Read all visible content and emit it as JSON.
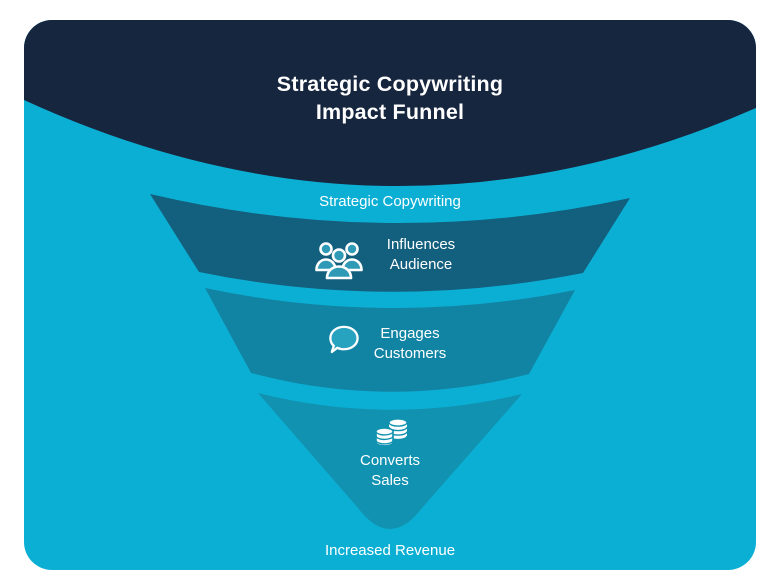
{
  "card": {
    "title_line1": "Strategic Copywriting",
    "title_line2": "Impact Funnel"
  },
  "funnel": {
    "top_label": "Strategic Copywriting",
    "bottom_label": "Increased Revenue",
    "stages": [
      {
        "label_line1": "Influences",
        "label_line2": "Audience",
        "icon": "audience-people-icon",
        "color": "#135F7E",
        "icon_fill": "#2E9AB6"
      },
      {
        "label_line1": "Engages",
        "label_line2": "Customers",
        "icon": "speech-bubble-icon",
        "color": "#1184A4",
        "icon_fill": "#27A2BF"
      },
      {
        "label_line1": "Converts",
        "label_line2": "Sales",
        "icon": "coins-icon",
        "color": "#1092B0",
        "icon_fill": "#FFFFFF"
      }
    ]
  },
  "colors": {
    "canvas": "#FFFFFF",
    "card_background": "#0CAFD4",
    "header_background": "#17263F",
    "text": "#FFFFFF"
  }
}
